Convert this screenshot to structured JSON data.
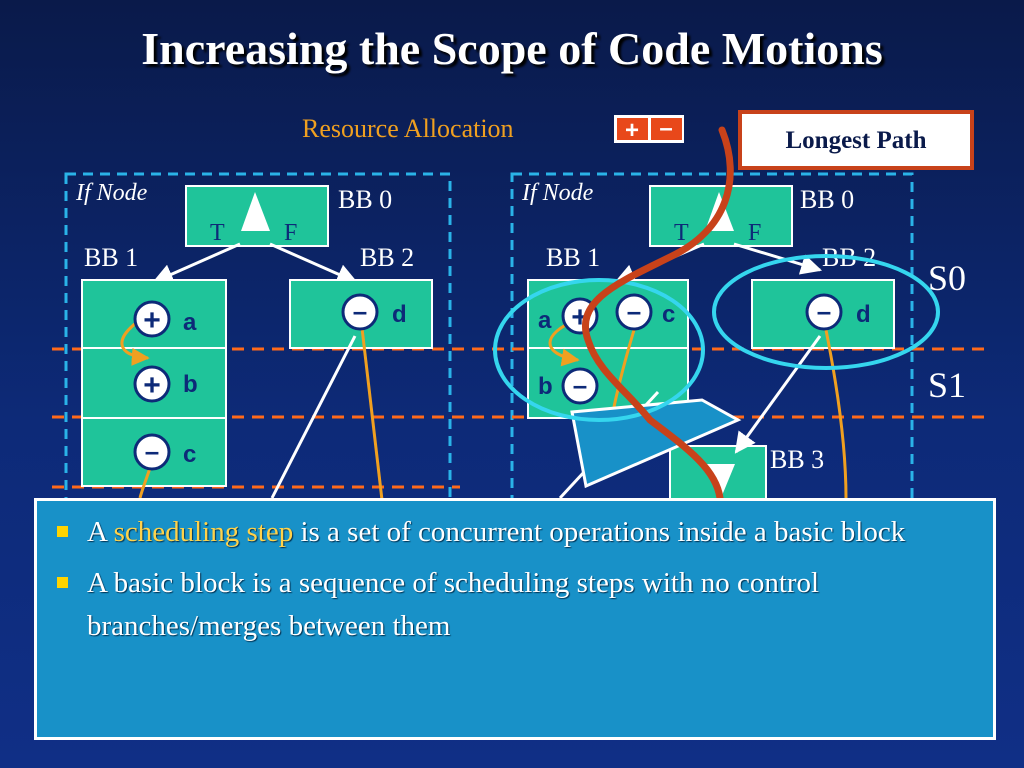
{
  "title": "Increasing the Scope of Code Motions",
  "legend": {
    "resource_allocation": "Resource Allocation",
    "plus": "+",
    "minus": "–",
    "longest_path": "Longest Path"
  },
  "steps": {
    "s0": "S0",
    "s1": "S1"
  },
  "left_graph": {
    "if_node": "If Node",
    "bb0": "BB 0",
    "bb1": "BB 1",
    "bb2": "BB 2",
    "true_branch": "T",
    "false_branch": "F",
    "ops": [
      {
        "sign": "+",
        "name": "a"
      },
      {
        "sign": "+",
        "name": "b"
      },
      {
        "sign": "–",
        "name": "c"
      },
      {
        "sign": "–",
        "name": "d"
      }
    ]
  },
  "right_graph": {
    "if_node": "If Node",
    "bb0": "BB 0",
    "bb1": "BB 1",
    "bb2": "BB 2",
    "bb3": "BB 3",
    "true_branch": "T",
    "false_branch": "F",
    "ops": [
      {
        "sign": "+",
        "name": "a"
      },
      {
        "sign": "–",
        "name": "c"
      },
      {
        "sign": "–",
        "name": "b"
      },
      {
        "sign": "–",
        "name": "d"
      }
    ]
  },
  "bullets": [
    {
      "before": "A ",
      "highlight": "scheduling step",
      "after": " is a set of concurrent operations inside a basic block"
    },
    {
      "before": "A basic block is a sequence of scheduling steps with no control branches/merges between them",
      "highlight": "",
      "after": ""
    }
  ],
  "colors": {
    "background": "#0d2a78",
    "block_fill": "#1fc49a",
    "dashed_lines": "#ff6a1a",
    "region_border": "#2ab3e8",
    "longest_path": "#c8421a",
    "dependency_arrow": "#f0a020",
    "ellipse": "#35d6ee",
    "callout": "#1891c8",
    "highlight_text": "#ffd24a",
    "legend_text": "#f0a020"
  }
}
